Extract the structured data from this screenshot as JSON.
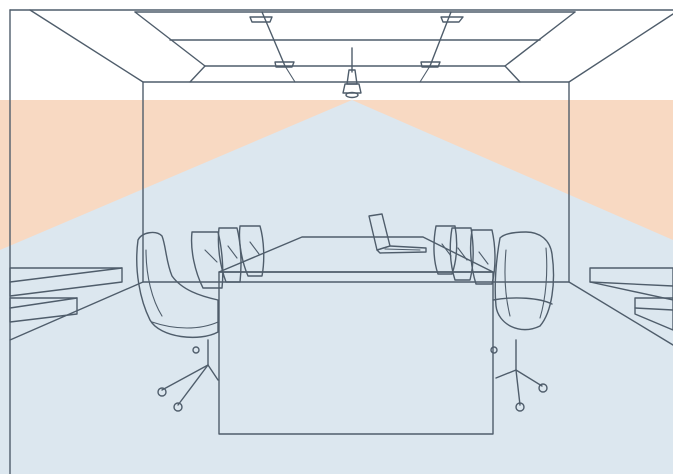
{
  "colors": {
    "background": "#ffffff",
    "line": "#4f5d6b",
    "upper_band": "#f8d9c2",
    "coverage_zone": "#dce7ef"
  },
  "objects": [
    "ceiling-microphone",
    "conference-table",
    "laptop",
    "office-chairs",
    "side-credenzas"
  ]
}
